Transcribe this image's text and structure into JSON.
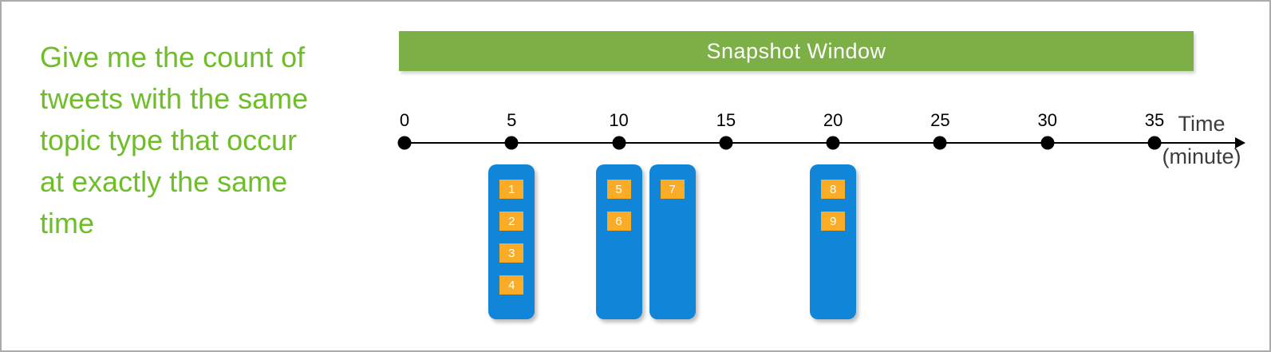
{
  "prompt": {
    "text": "Give me the count of tweets with the same topic type that occur at exactly the same time",
    "lines": [
      "Give me the count of",
      "tweets with the same",
      "topic type that occur",
      "at exactly the same",
      "time"
    ]
  },
  "snapshot_bar": {
    "label": "Snapshot Window"
  },
  "timeline": {
    "tick_values": [
      "0",
      "5",
      "10",
      "15",
      "20",
      "25",
      "30",
      "35"
    ],
    "axis_label_line1": "Time",
    "axis_label_line2": "(minute)",
    "min": 0,
    "max": 35,
    "tick_step": 5
  },
  "events": [
    {
      "time_minute": 5,
      "tweet_ids": [
        "1",
        "2",
        "3",
        "4"
      ]
    },
    {
      "time_minute": 10,
      "tweet_ids": [
        "5",
        "6"
      ]
    },
    {
      "time_minute": 12.5,
      "tweet_ids": [
        "7"
      ]
    },
    {
      "time_minute": 20,
      "tweet_ids": [
        "8",
        "9"
      ]
    }
  ],
  "colors": {
    "prompt_green": "#6EBE28",
    "bar_green": "#7CAF46",
    "event_blue": "#1186D8",
    "tweet_orange": "#FAAC26",
    "axis_black": "#000000",
    "time_label_gray": "#3C3C3C",
    "frame_border": "#ABABAB",
    "background": "#FFFFFF",
    "chip_text": "#FFFFFF",
    "bar_text": "#FFFFFF"
  }
}
